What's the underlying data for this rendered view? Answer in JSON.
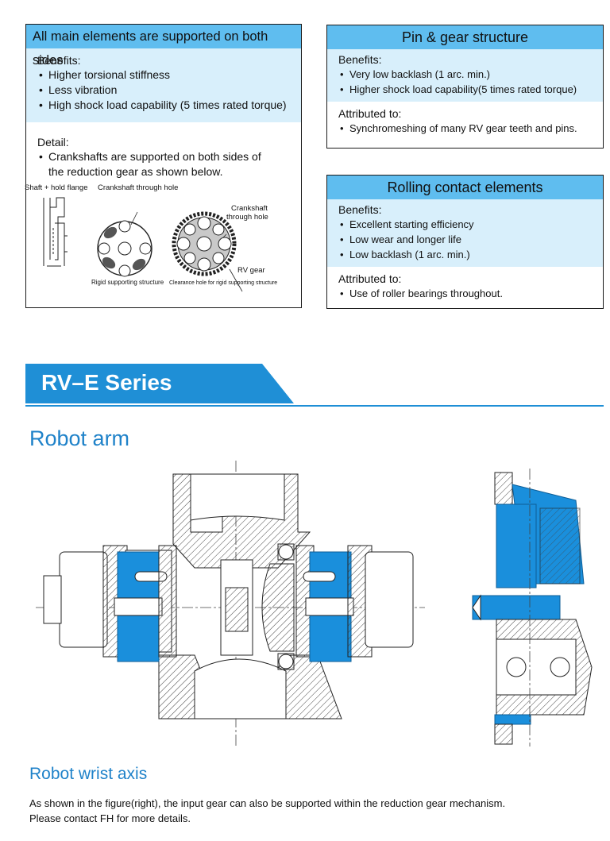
{
  "box1": {
    "title": "All main elements are supported on both sides",
    "benefits_label": "Benefits:",
    "benefits": [
      "Higher torsional stiffness",
      "Less vibration",
      "High shock load capability (5 times rated torque)"
    ],
    "detail_label": "Detail:",
    "detail_line1": "Crankshafts are supported on both sides of",
    "detail_line2": "the reduction gear as shown below.",
    "captions": {
      "shaft_flange": "Shaft + hold flange",
      "crankshaft_hole_top": "Crankshaft through hole",
      "crankshaft_hole_right_1": "Crankshaft",
      "crankshaft_hole_right_2": "through hole",
      "rv_gear": "RV gear",
      "rigid_structure": "Rigid supporting structure",
      "clearance_hole": "Clearance hole for rigid supporting structure"
    }
  },
  "box2": {
    "title": "Pin & gear structure",
    "benefits_label": "Benefits:",
    "benefits": [
      "Very low backlash (1 arc. min.)",
      "Higher shock load capability(5 times rated torque)"
    ],
    "attributed_label": "Attributed to:",
    "attributed": [
      "Synchromeshing of many RV gear teeth and pins."
    ]
  },
  "box3": {
    "title": "Rolling contact elements",
    "benefits_label": "Benefits:",
    "benefits": [
      "Excellent starting efficiency",
      "Low wear and longer life",
      "Low backlash (1 arc. min.)"
    ],
    "attributed_label": "Attributed to:",
    "attributed": [
      "Use of roller bearings throughout."
    ]
  },
  "series": {
    "title": "RV–E Series"
  },
  "robot_arm": {
    "heading": "Robot arm"
  },
  "robot_wrist": {
    "heading": "Robot wrist axis",
    "line1": "As shown in the figure(right), the input gear can also be supported within the reduction gear mechanism.",
    "line2": "Please contact FH for more details."
  },
  "colors": {
    "header_blue": "#5fbdef",
    "light_band": "#d8effb",
    "accent_blue": "#1f82c9",
    "part_blue": "#1a8fdc"
  }
}
